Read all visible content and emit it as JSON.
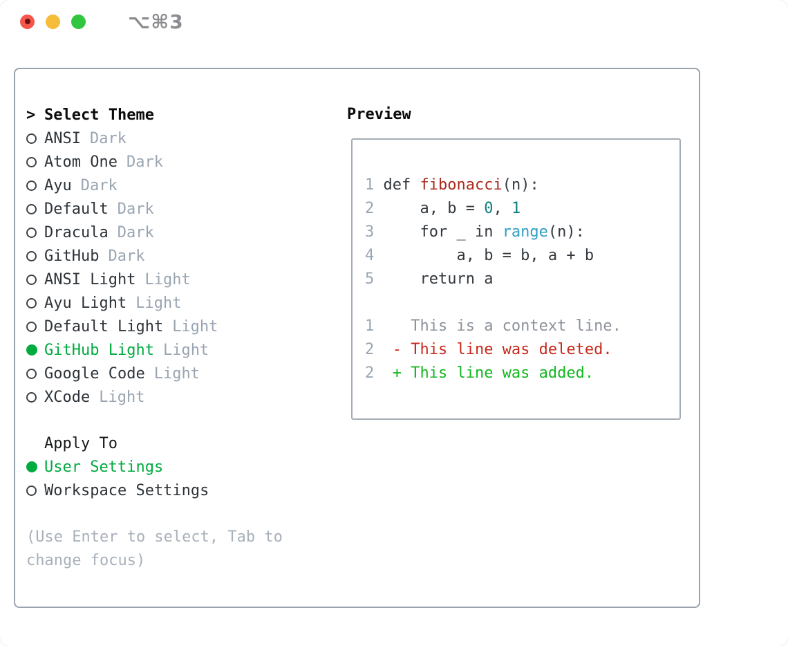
{
  "window": {
    "title": "⌥⌘3"
  },
  "titlebar": {
    "buttons": [
      {
        "name": "close",
        "color": "#f5554c"
      },
      {
        "name": "minimize",
        "color": "#f6bd3a"
      },
      {
        "name": "zoom",
        "color": "#31c63f"
      }
    ]
  },
  "theme_panel": {
    "header": {
      "prefix": ">",
      "label": "Select Theme"
    },
    "themes": [
      {
        "name": "ANSI",
        "variant": "Dark",
        "selected": false
      },
      {
        "name": "Atom One",
        "variant": "Dark",
        "selected": false
      },
      {
        "name": "Ayu",
        "variant": "Dark",
        "selected": false
      },
      {
        "name": "Default",
        "variant": "Dark",
        "selected": false
      },
      {
        "name": "Dracula",
        "variant": "Dark",
        "selected": false
      },
      {
        "name": "GitHub",
        "variant": "Dark",
        "selected": false
      },
      {
        "name": "ANSI Light",
        "variant": "Light",
        "selected": false
      },
      {
        "name": "Ayu Light",
        "variant": "Light",
        "selected": false
      },
      {
        "name": "Default Light",
        "variant": "Light",
        "selected": false
      },
      {
        "name": "GitHub Light",
        "variant": "Light",
        "selected": true
      },
      {
        "name": "Google Code",
        "variant": "Light",
        "selected": false
      },
      {
        "name": "XCode",
        "variant": "Light",
        "selected": false
      }
    ],
    "apply_to": {
      "label": "Apply To",
      "options": [
        {
          "name": "User Settings",
          "selected": true
        },
        {
          "name": "Workspace Settings",
          "selected": false
        }
      ]
    },
    "hint": "(Use Enter to select, Tab to change focus)"
  },
  "preview": {
    "label": "Preview",
    "lines": [
      {
        "num": "1",
        "tokens": [
          {
            "t": "def ",
            "c": "code"
          },
          {
            "t": "fibonacci",
            "c": "func"
          },
          {
            "t": "(n):",
            "c": "code"
          }
        ]
      },
      {
        "num": "2",
        "tokens": [
          {
            "t": "    a, b = ",
            "c": "code"
          },
          {
            "t": "0",
            "c": "num"
          },
          {
            "t": ", ",
            "c": "code"
          },
          {
            "t": "1",
            "c": "num"
          }
        ]
      },
      {
        "num": "3",
        "tokens": [
          {
            "t": "    for _ in ",
            "c": "code"
          },
          {
            "t": "range",
            "c": "call"
          },
          {
            "t": "(n):",
            "c": "code"
          }
        ]
      },
      {
        "num": "4",
        "tokens": [
          {
            "t": "        a, b = b, a + b",
            "c": "code"
          }
        ]
      },
      {
        "num": "5",
        "tokens": [
          {
            "t": "    return a",
            "c": "code"
          }
        ]
      },
      {
        "num": "",
        "tokens": []
      },
      {
        "num": "1",
        "tokens": [
          {
            "t": "   This is a context line.",
            "c": "context"
          }
        ]
      },
      {
        "num": "2",
        "tokens": [
          {
            "t": " - This line was deleted.",
            "c": "deleted"
          }
        ]
      },
      {
        "num": "2",
        "tokens": [
          {
            "t": " + This line was added.",
            "c": "added"
          }
        ]
      }
    ]
  },
  "colors": {
    "accent_green": "#00ab3f",
    "added_green": "#12b71f",
    "deleted_red": "#c8291b",
    "function_red": "#ab2a1e",
    "number_teal": "#0e7f80",
    "call_blue": "#2f9ec2",
    "code_text": "#33393f",
    "context_gray": "#8b929a",
    "muted_gray": "#9aa5b2",
    "panel_border": "#9aa2ad",
    "titlebar_gray": "#8b8d90",
    "traffic_red": "#f5554c",
    "traffic_yellow": "#f6bd3a",
    "traffic_green": "#31c63f"
  }
}
